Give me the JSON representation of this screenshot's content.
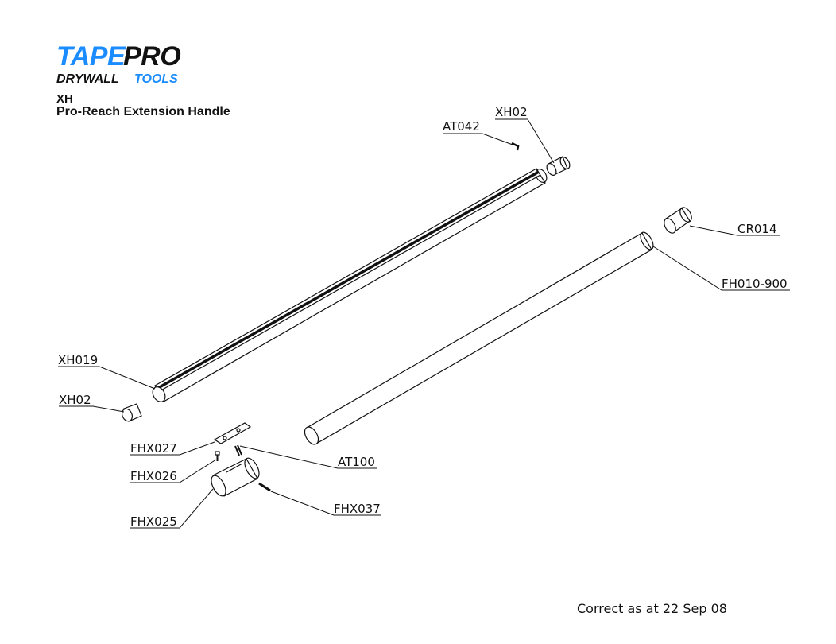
{
  "header": {
    "brand_part1": "TAPE",
    "brand_part2": "PRO",
    "sub_part1": "DRYWALL",
    "sub_part2": "TOOLS",
    "product_code": "XH",
    "product_name": "Pro-Reach Extension Handle",
    "brand_color": "#1a8cff"
  },
  "parts": {
    "at042": "AT042",
    "xh02_top": "XH02",
    "cr014": "CR014",
    "fh010": "FH010-900",
    "xh019": "XH019",
    "xh02_bottom": "XH02",
    "fhx027": "FHX027",
    "at100": "AT100",
    "fhx026": "FHX026",
    "fhx037": "FHX037",
    "fhx025": "FHX025"
  },
  "footer": {
    "note": "Correct as at 22 Sep 08"
  }
}
